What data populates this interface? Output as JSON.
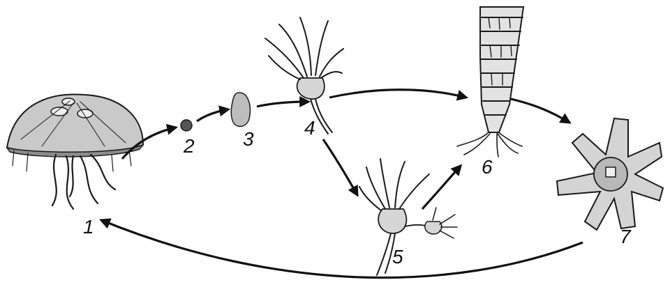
{
  "diagram": {
    "stages": [
      {
        "id": "medusa",
        "label": "1"
      },
      {
        "id": "egg",
        "label": "2"
      },
      {
        "id": "planula",
        "label": "3"
      },
      {
        "id": "scyphistoma",
        "label": "4"
      },
      {
        "id": "budding-polyp",
        "label": "5"
      },
      {
        "id": "strobila",
        "label": "6"
      },
      {
        "id": "ephyra",
        "label": "7"
      }
    ],
    "arrows": [
      {
        "from": "1",
        "to": "2"
      },
      {
        "from": "2",
        "to": "3"
      },
      {
        "from": "3",
        "to": "4"
      },
      {
        "from": "4",
        "to": "6"
      },
      {
        "from": "4",
        "to": "5"
      },
      {
        "from": "5",
        "to": "6"
      },
      {
        "from": "6",
        "to": "7"
      },
      {
        "from": "7",
        "to": "1"
      }
    ],
    "colors": {
      "ink": "#1a1a1a",
      "shade": "#bdbdbd",
      "background": "#ffffff"
    }
  }
}
